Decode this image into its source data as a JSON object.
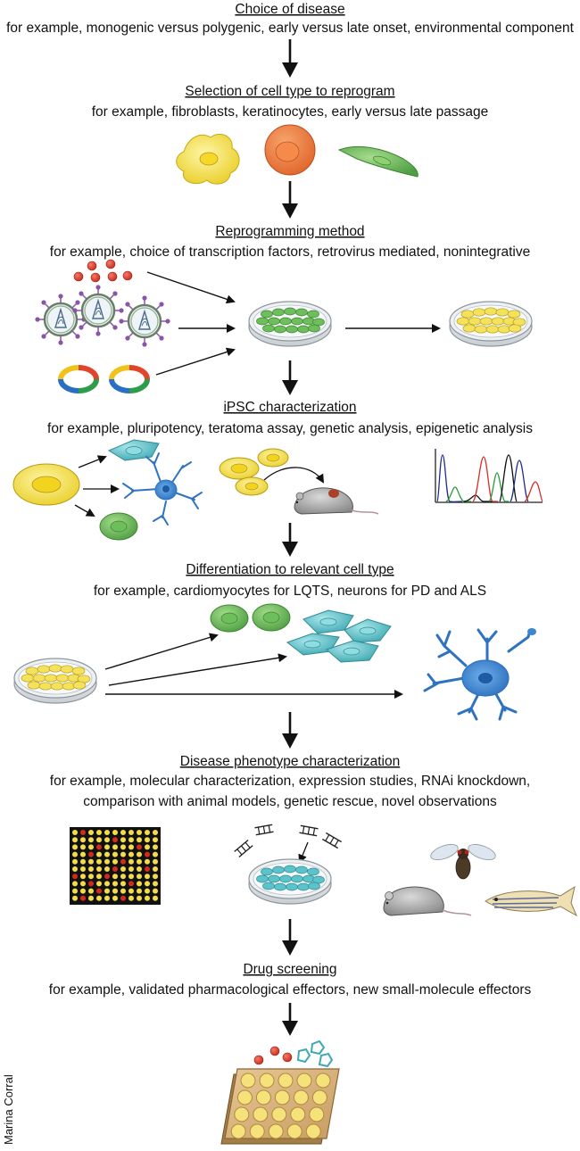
{
  "steps": [
    {
      "title": "Choice of disease",
      "desc": [
        "for example, monogenic versus polygenic, early versus late onset, environmental component"
      ]
    },
    {
      "title": "Selection of cell type to reprogram",
      "desc": [
        "for example, fibroblasts, keratinocytes, early versus late passage"
      ]
    },
    {
      "title": "Reprogramming method",
      "desc": [
        "for example, choice of transcription factors, retrovirus mediated, nonintegrative"
      ]
    },
    {
      "title": "iPSC characterization",
      "desc": [
        "for example, pluripotency, teratoma assay, genetic analysis, epigenetic analysis"
      ]
    },
    {
      "title": "Differentiation to relevant cell type",
      "desc": [
        "for example, cardiomyocytes for LQTS, neurons for PD and ALS"
      ]
    },
    {
      "title": "Disease phenotype characterization",
      "desc": [
        "for example, molecular characterization, expression studies, RNAi knockdown,",
        "comparison with animal models, genetic rescue, novel observations"
      ]
    },
    {
      "title": "Drug screening",
      "desc": [
        "for example, validated pharmacological effectors, new small-molecule effectors"
      ]
    }
  ],
  "credit": "Marina Corral",
  "icons": [
    "yellow-cell-icon",
    "orange-cell-icon",
    "fibroblast-icon",
    "red-bead-icon",
    "retrovirus-icon",
    "plasmid-icon",
    "petri-dish-icon",
    "neuron-icon",
    "mouse-icon",
    "chromatogram-icon",
    "microarray-icon",
    "sirna-icon",
    "fly-icon",
    "zebrafish-icon",
    "well-plate-icon",
    "small-molecule-icon"
  ],
  "colors": {
    "yellow": "#f3e35a",
    "orange": "#ea7a3c",
    "green": "#6cbf5a",
    "teal": "#63c9cf",
    "blue": "#3c86d0",
    "red": "#d83a2a",
    "virus_purple": "#8a55a6"
  }
}
